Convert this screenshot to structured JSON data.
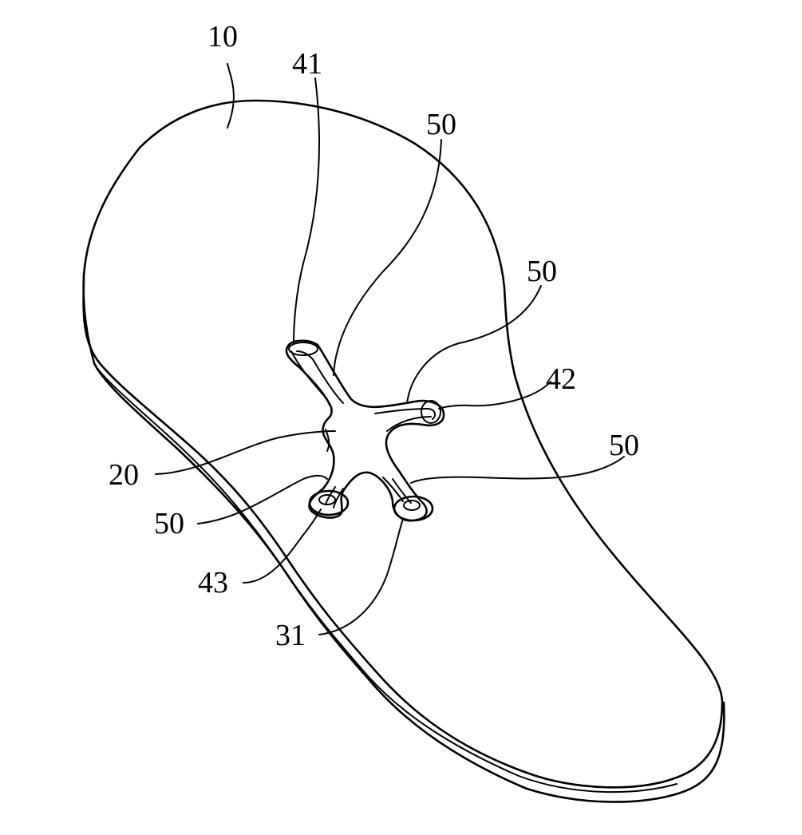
{
  "figure": {
    "labels": {
      "insole": "10",
      "center": "20",
      "end_31": "31",
      "arm_41": "41",
      "arm_42": "42",
      "arm_43": "43",
      "groove_top": "50",
      "groove_right": "50",
      "groove_lower_right": "50",
      "groove_left": "50"
    },
    "colors": {
      "line": "#000000",
      "background": "#ffffff"
    }
  }
}
